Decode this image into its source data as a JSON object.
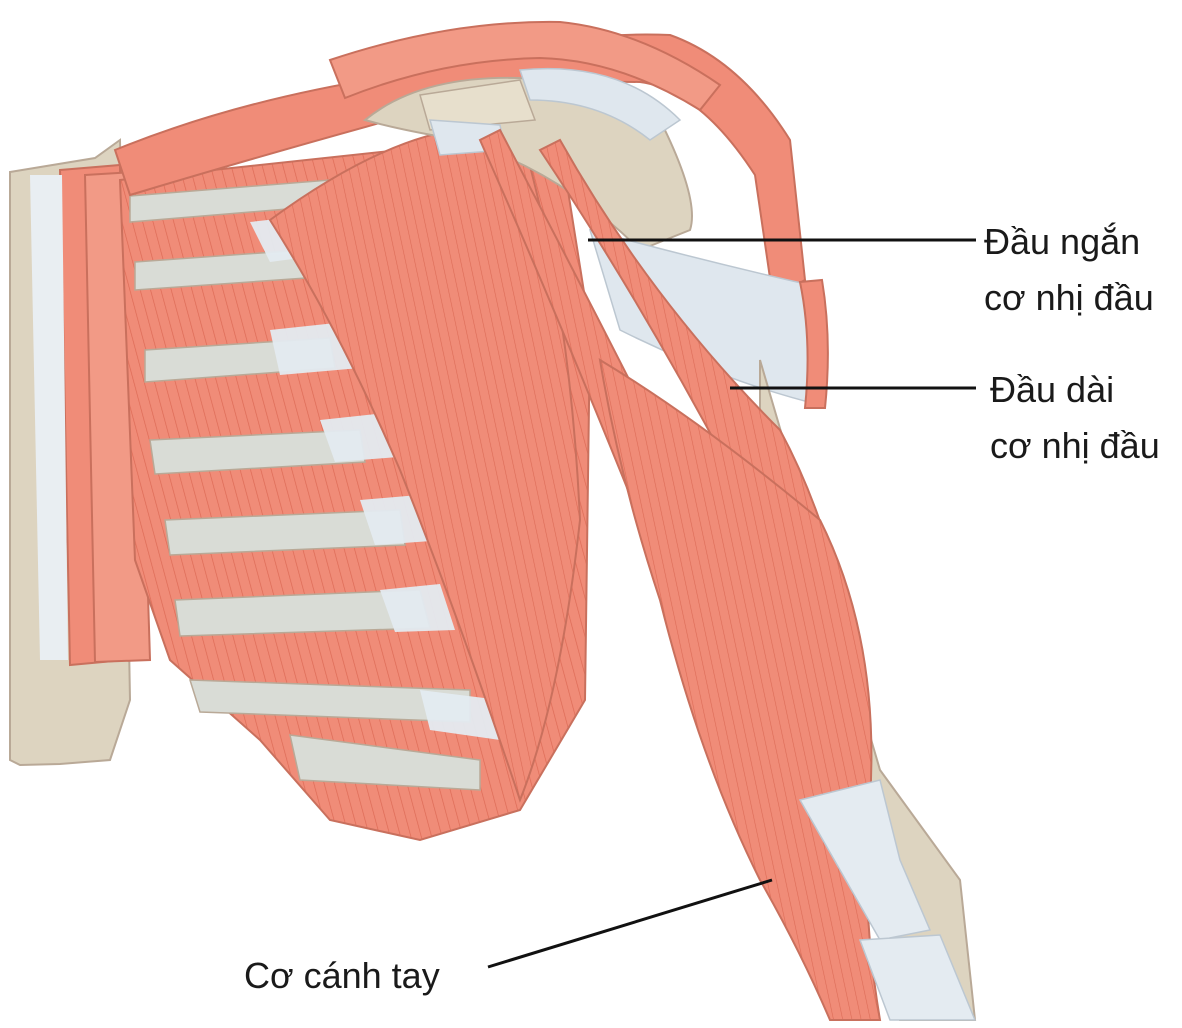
{
  "labels": {
    "short_head": {
      "line1": "Đầu ngắn",
      "line2": "cơ nhị đầu"
    },
    "long_head": {
      "line1": "Đầu dài",
      "line2": "cơ nhị đầu"
    },
    "brachialis": "Cơ cánh tay"
  },
  "colors": {
    "muscle": "#f08c78",
    "muscle_dark": "#d8644f",
    "muscle_light": "#f7b3a3",
    "tendon": "#dde6ee",
    "bone": "#ddd4c0",
    "outline": "#b9a997",
    "leader": "#111111"
  }
}
